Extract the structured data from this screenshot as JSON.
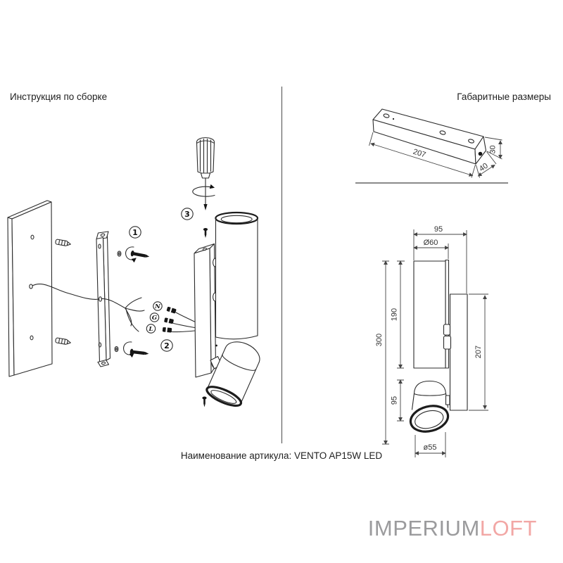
{
  "assembly": {
    "title": "Инструкция по сборке",
    "step1": "1",
    "step2": "2",
    "step3": "3",
    "wire_n": "N",
    "wire_g": "G",
    "wire_l": "L"
  },
  "dims": {
    "title": "Габаритные размеры",
    "bracket_length": "207",
    "bracket_depth": "40",
    "bracket_height": "30",
    "overall_width": "95",
    "tube_diameter": "Ø60",
    "tube_length": "190",
    "overall_height": "300",
    "head_length": "95",
    "backplate_length": "207",
    "head_diameter": "ø55"
  },
  "footer": {
    "article": "Наименование артикула: VENTO AP15W LED"
  },
  "brand": {
    "primary": "IMPERIUM",
    "accent": "LOFT",
    "primary_color": "#9b9b9d",
    "accent_color": "#f2a7a5"
  }
}
